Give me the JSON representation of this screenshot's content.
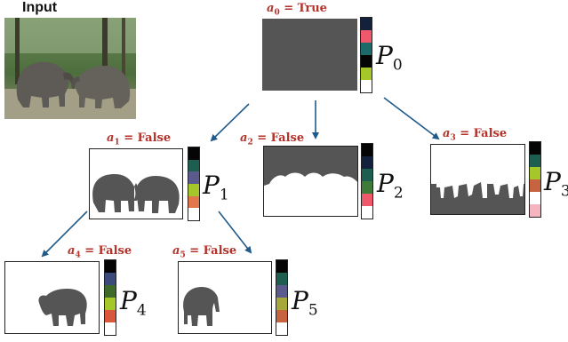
{
  "input_label": "Input",
  "nodes": [
    {
      "id": "P0",
      "flag_var": "a",
      "flag_sub": "0",
      "flag_value": "True",
      "p_letter": "P",
      "p_sub": "0",
      "palette": [
        "#14213d",
        "#f0596c",
        "#1d6a6a",
        "#050505",
        "#a6c72a",
        "#ffffff"
      ]
    },
    {
      "id": "P1",
      "flag_var": "a",
      "flag_sub": "1",
      "flag_value": "False",
      "p_letter": "P",
      "p_sub": "1",
      "palette": [
        "#050505",
        "#1d5e50",
        "#5a5a8c",
        "#a6c72a",
        "#e3774c",
        "#ffffff"
      ]
    },
    {
      "id": "P2",
      "flag_var": "a",
      "flag_sub": "2",
      "flag_value": "False",
      "p_letter": "P",
      "p_sub": "2",
      "palette": [
        "#050505",
        "#14213d",
        "#1d5e50",
        "#3e7a3a",
        "#f0596c",
        "#ffffff"
      ]
    },
    {
      "id": "P3",
      "flag_var": "a",
      "flag_sub": "3",
      "flag_value": "False",
      "p_letter": "P",
      "p_sub": "3",
      "palette": [
        "#050505",
        "#1d5e50",
        "#a6c72a",
        "#c7633f",
        "#ffffff",
        "#f5b5c0"
      ]
    },
    {
      "id": "P4",
      "flag_var": "a",
      "flag_sub": "4",
      "flag_value": "False",
      "p_letter": "P",
      "p_sub": "4",
      "palette": [
        "#050505",
        "#3c4a7a",
        "#3e6a2a",
        "#a6c72a",
        "#d9573a",
        "#ffffff"
      ]
    },
    {
      "id": "P5",
      "flag_var": "a",
      "flag_sub": "5",
      "flag_value": "False",
      "p_letter": "P",
      "p_sub": "5",
      "palette": [
        "#050505",
        "#1d5e50",
        "#5a5a8c",
        "#a6a83a",
        "#c7633f",
        "#ffffff"
      ]
    }
  ]
}
